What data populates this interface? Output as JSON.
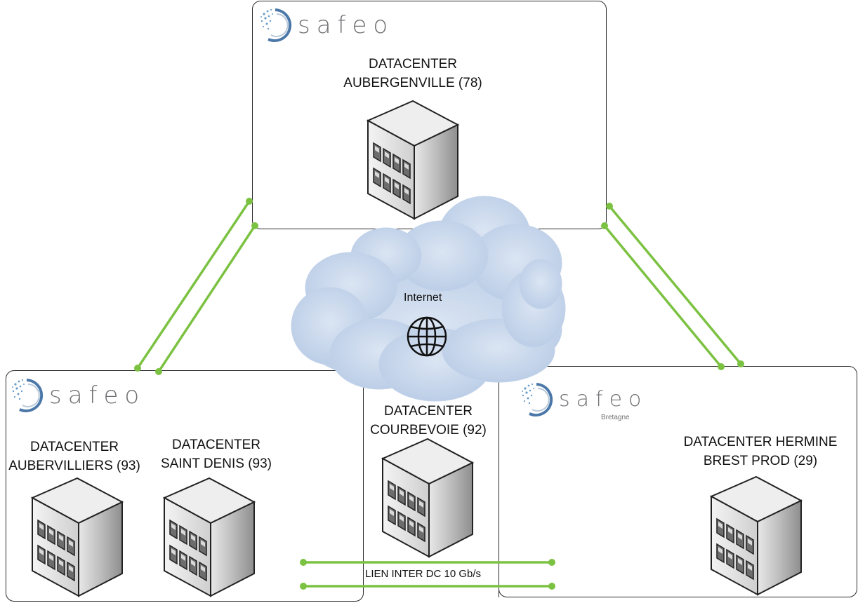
{
  "datacenters": {
    "aubergenville": {
      "line1": "DATACENTER",
      "line2": "AUBERGENVILLE (78)"
    },
    "aubervilliers": {
      "line1": "DATACENTER",
      "line2": "AUBERVILLIERS (93)"
    },
    "saint_denis": {
      "line1": "DATACENTER",
      "line2": "SAINT DENIS (93)"
    },
    "courbevoie": {
      "line1": "DATACENTER",
      "line2": "COURBEVOIE (92)"
    },
    "hermine": {
      "line1": "DATACENTER HERMINE",
      "line2": "BREST PROD (29)"
    }
  },
  "logos": {
    "brand": "safeo",
    "bretagne_sub": "Bretagne"
  },
  "cloud": {
    "label": "Internet"
  },
  "link": {
    "label": "LIEN INTER DC 10 Gb/s"
  },
  "colors": {
    "link_green": "#7cc242",
    "cloud_fill": "#c7d6ec",
    "border": "#2b2b2b"
  }
}
